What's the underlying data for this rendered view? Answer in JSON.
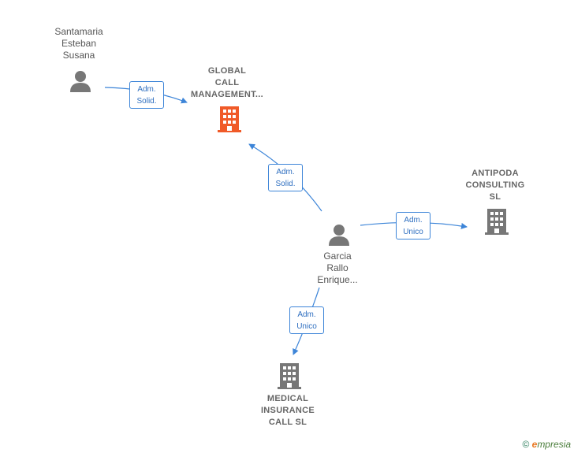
{
  "nodes": {
    "santamaria": {
      "lines": [
        "Santamaria",
        "Esteban",
        "Susana"
      ],
      "type": "person"
    },
    "global": {
      "lines": [
        "GLOBAL",
        "CALL",
        "MANAGEMENT..."
      ],
      "type": "company",
      "highlight": true
    },
    "garcia": {
      "lines": [
        "Garcia",
        "Rallo",
        "Enrique..."
      ],
      "type": "person"
    },
    "antipoda": {
      "lines": [
        "ANTIPODA",
        "CONSULTING",
        "SL"
      ],
      "type": "company"
    },
    "medical": {
      "lines": [
        "MEDICAL",
        "INSURANCE",
        "CALL  SL"
      ],
      "type": "company"
    }
  },
  "edges": [
    {
      "from": "santamaria",
      "to": "global",
      "label": [
        "Adm.",
        "Solid."
      ]
    },
    {
      "from": "garcia",
      "to": "global",
      "label": [
        "Adm.",
        "Solid."
      ]
    },
    {
      "from": "garcia",
      "to": "antipoda",
      "label": [
        "Adm.",
        "Unico"
      ]
    },
    {
      "from": "garcia",
      "to": "medical",
      "label": [
        "Adm.",
        "Unico"
      ]
    }
  ],
  "footer": {
    "copyright": "©",
    "brand_e": "e",
    "brand_rest": "mpresia"
  },
  "colors": {
    "edge": "#3d85d8",
    "person_icon": "#777777",
    "company_icon": "#777777",
    "highlight_icon": "#f05a28"
  }
}
